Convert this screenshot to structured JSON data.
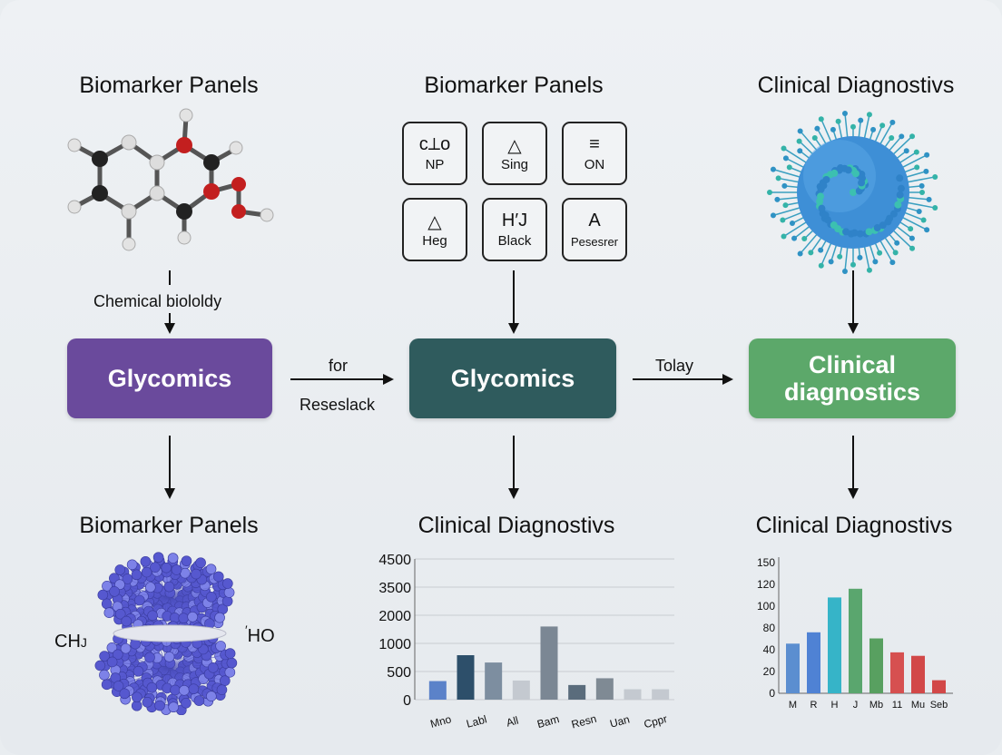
{
  "headings": {
    "top_left": "Biomarker Panels",
    "top_middle": "Biomarker Panels",
    "top_right": "Clinical Diagnostivs",
    "bottom_left": "Biomarker Panels",
    "bottom_middle": "Clinical Diagnostivs",
    "bottom_right": "Clinical Diagnostivs"
  },
  "nodes": {
    "left": {
      "label": "Glycomics",
      "color": "#6a4a9c"
    },
    "middle": {
      "label": "Glycomics",
      "color": "#2f5b5d"
    },
    "right": {
      "label": "Clinical diagnostics",
      "color": "#5ca86a"
    }
  },
  "edge_labels": {
    "chem": "Chemical biololdy",
    "for": "for",
    "reseslack": "Reseslack",
    "tolay": "Tolay"
  },
  "tiles": [
    {
      "symbol": "c⟂o",
      "caption": "NP"
    },
    {
      "symbol": "△",
      "caption": "Sing"
    },
    {
      "symbol": "≡",
      "caption": "ON"
    },
    {
      "symbol": "△",
      "caption": "Heg"
    },
    {
      "symbol": "H′J",
      "caption": "Black"
    },
    {
      "symbol": "A",
      "caption": "Pesesrer"
    }
  ],
  "molecule_labels": {
    "left": "CH",
    "right": "HO"
  },
  "chart_data": [
    {
      "type": "bar",
      "y_ticks": [
        "4500",
        "3500",
        "2000",
        "1000",
        "500",
        "0"
      ],
      "categories": [
        "Mno",
        "Labl",
        "All",
        "Bam",
        "Resn",
        "Uan",
        "Cppr"
      ],
      "values": [
        330,
        790,
        660,
        340,
        1600,
        260,
        380,
        185,
        185
      ],
      "bar_colors": [
        "#5b82c9",
        "#2d4f6a",
        "#7d8ea0",
        "#c4c9d0",
        "#7b8794",
        "#5a6c7c",
        "#7f8a94",
        "#c4c9d0",
        "#c4c9d0"
      ],
      "grid": true
    },
    {
      "type": "bar",
      "y_ticks": [
        "150",
        "120",
        "100",
        "80",
        "40",
        "20",
        "0"
      ],
      "categories": [
        "M",
        "R",
        "H",
        "J",
        "Mb",
        "11",
        "Mu",
        "Seb"
      ],
      "values": [
        57,
        70,
        110,
        120,
        63,
        47,
        43,
        15
      ],
      "bar_colors": [
        "#5b8ed0",
        "#4f82d4",
        "#36b4c8",
        "#5aa66e",
        "#58a060",
        "#d65050",
        "#d24848",
        "#d24848"
      ],
      "grid": false
    }
  ]
}
